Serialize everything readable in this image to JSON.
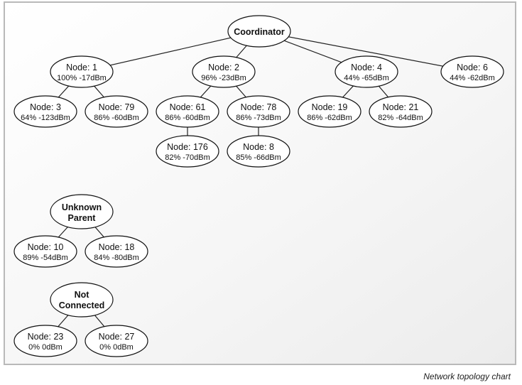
{
  "caption": "Network topology chart",
  "nodes": {
    "coordinator": {
      "label": "Coordinator"
    },
    "n1": {
      "label": "Node: 1",
      "stats": "100% -17dBm"
    },
    "n2": {
      "label": "Node: 2",
      "stats": "96% -23dBm"
    },
    "n4": {
      "label": "Node: 4",
      "stats": "44% -65dBm"
    },
    "n6": {
      "label": "Node: 6",
      "stats": "44% -62dBm"
    },
    "n3": {
      "label": "Node: 3",
      "stats": "64% -123dBm"
    },
    "n79": {
      "label": "Node: 79",
      "stats": "86% -60dBm"
    },
    "n61": {
      "label": "Node: 61",
      "stats": "86% -60dBm"
    },
    "n78": {
      "label": "Node: 78",
      "stats": "86% -73dBm"
    },
    "n19": {
      "label": "Node: 19",
      "stats": "86% -62dBm"
    },
    "n21": {
      "label": "Node: 21",
      "stats": "82% -64dBm"
    },
    "n176": {
      "label": "Node: 176",
      "stats": "82% -70dBm"
    },
    "n8": {
      "label": "Node: 8",
      "stats": "85% -66dBm"
    },
    "unknown": {
      "line1": "Unknown",
      "line2": "Parent"
    },
    "n10": {
      "label": "Node: 10",
      "stats": "89% -54dBm"
    },
    "n18": {
      "label": "Node: 18",
      "stats": "84% -80dBm"
    },
    "notconnected": {
      "line1": "Not",
      "line2": "Connected"
    },
    "n23": {
      "label": "Node: 23",
      "stats": "0% 0dBm"
    },
    "n27": {
      "label": "Node: 27",
      "stats": "0% 0dBm"
    }
  }
}
